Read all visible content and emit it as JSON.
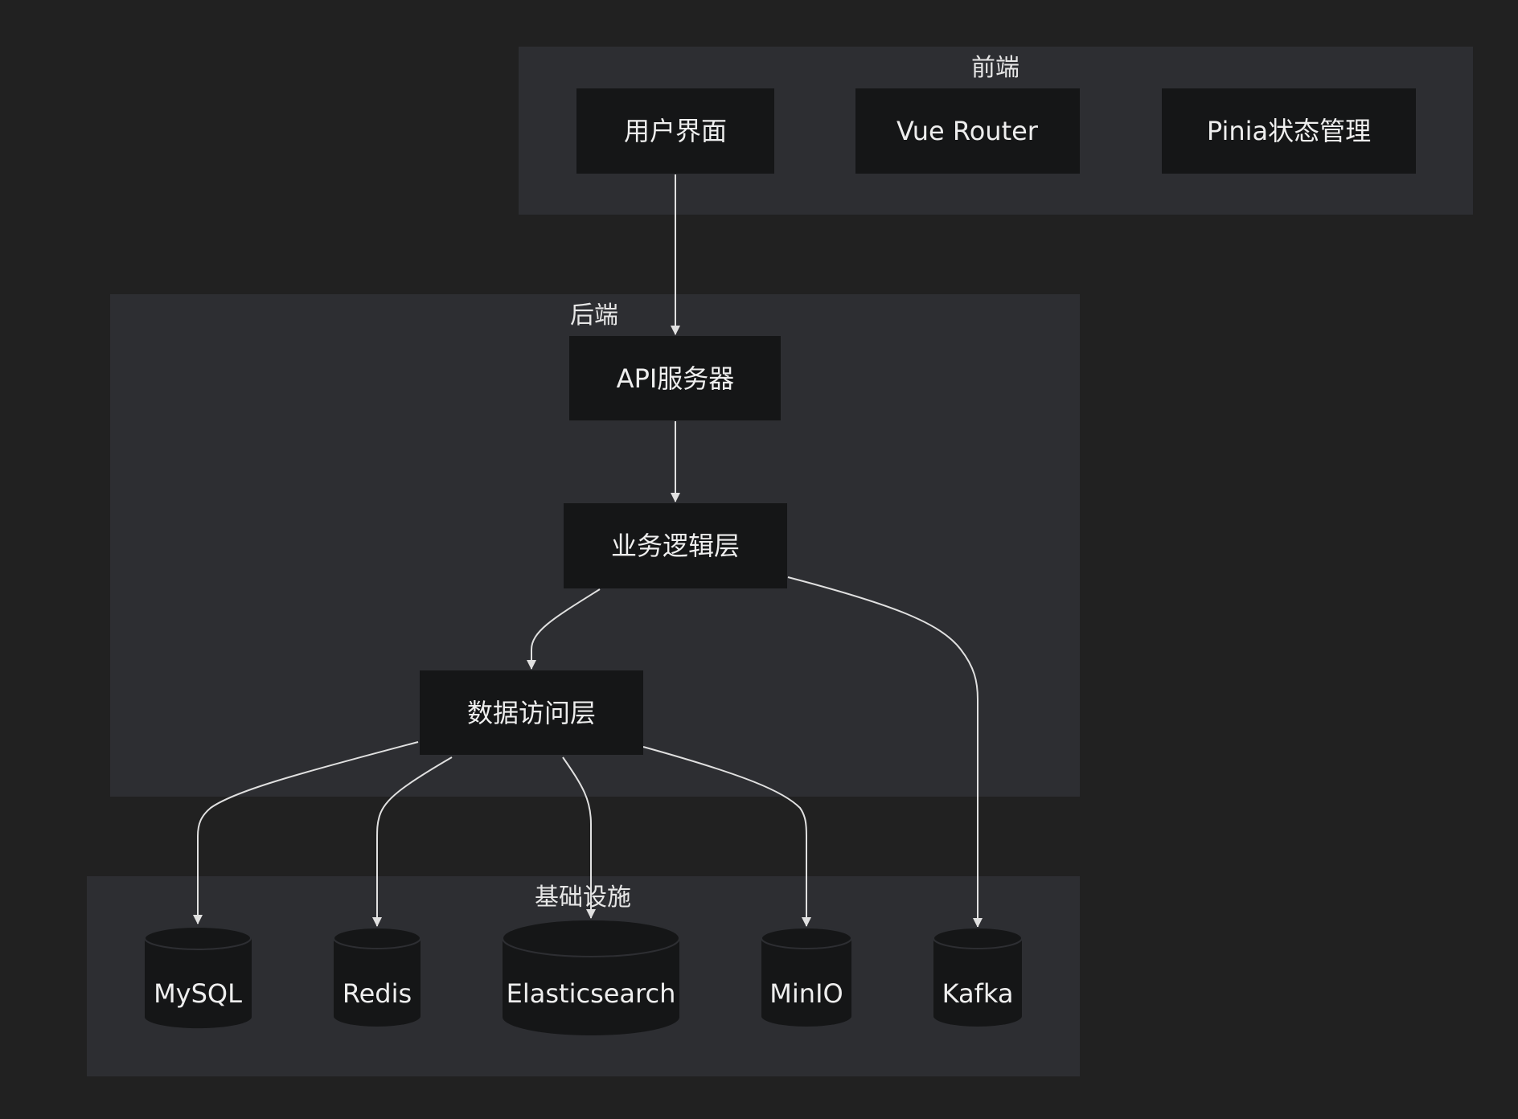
{
  "clusters": {
    "frontend": {
      "label": "前端"
    },
    "backend": {
      "label": "后端"
    },
    "infra": {
      "label": "基础设施"
    }
  },
  "nodes": {
    "ui": {
      "label": "用户界面"
    },
    "router": {
      "label": "Vue Router"
    },
    "pinia": {
      "label": "Pinia状态管理"
    },
    "api": {
      "label": "API服务器"
    },
    "biz": {
      "label": "业务逻辑层"
    },
    "dal": {
      "label": "数据访问层"
    },
    "mysql": {
      "label": "MySQL"
    },
    "redis": {
      "label": "Redis"
    },
    "es": {
      "label": "Elasticsearch"
    },
    "minio": {
      "label": "MinIO"
    },
    "kafka": {
      "label": "Kafka"
    }
  },
  "edges": [
    {
      "from": "用户界面",
      "to": "API服务器"
    },
    {
      "from": "API服务器",
      "to": "业务逻辑层"
    },
    {
      "from": "业务逻辑层",
      "to": "数据访问层"
    },
    {
      "from": "业务逻辑层",
      "to": "Kafka"
    },
    {
      "from": "数据访问层",
      "to": "MySQL"
    },
    {
      "from": "数据访问层",
      "to": "Redis"
    },
    {
      "from": "数据访问层",
      "to": "Elasticsearch"
    },
    {
      "from": "数据访问层",
      "to": "MinIO"
    }
  ],
  "colors": {
    "background": "#212121",
    "cluster": "#2d2e32",
    "node": "#151617",
    "edge": "#e0e0e0",
    "text": "#eeeeee"
  }
}
